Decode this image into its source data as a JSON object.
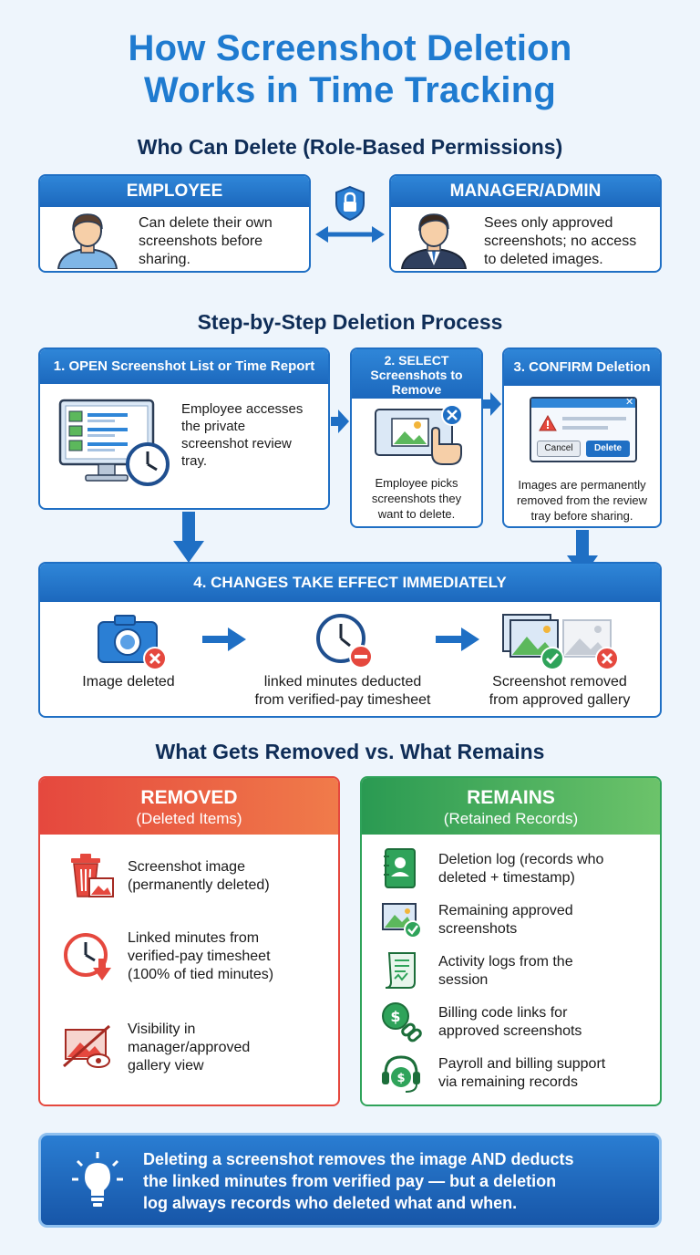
{
  "title_line1": "How Screenshot Deletion",
  "title_line2": "Works in Time Tracking",
  "roles": {
    "section_title": "Who Can Delete (Role-Based Permissions)",
    "employee": {
      "heading": "EMPLOYEE",
      "text": [
        "Can delete their own",
        "screenshots before",
        "sharing."
      ]
    },
    "manager": {
      "heading": "MANAGER/ADMIN",
      "text": [
        "Sees only approved",
        "screenshots; no access",
        "to deleted images."
      ]
    }
  },
  "process": {
    "section_title": "Step-by-Step Deletion Process",
    "step1": {
      "heading": "1. OPEN Screenshot List or Time Report",
      "text": [
        "Employee accesses",
        "the private",
        "screenshot review",
        "tray."
      ]
    },
    "step2": {
      "heading": [
        "2. SELECT",
        "Screenshots to",
        "Remove"
      ],
      "text": [
        "Employee picks",
        "screenshots they",
        "want to delete."
      ]
    },
    "step3": {
      "heading": "3. CONFIRM Deletion",
      "cancel_label": "Cancel",
      "delete_label": "Delete",
      "text": [
        "Images are permanently",
        "removed from the review",
        "tray before sharing."
      ]
    },
    "step4": {
      "heading": "4. CHANGES TAKE EFFECT IMMEDIATELY",
      "effects": [
        [
          "Image deleted"
        ],
        [
          "linked minutes deducted",
          "from verified-pay timesheet"
        ],
        [
          "Screenshot removed",
          "from approved gallery"
        ]
      ]
    }
  },
  "compare": {
    "section_title": "What Gets Removed vs. What Remains",
    "removed": {
      "heading": "REMOVED",
      "subheading": "(Deleted Items)",
      "items": [
        [
          "Screenshot image",
          "(permanently deleted)"
        ],
        [
          "Linked minutes from",
          "verified-pay timesheet",
          "(100% of tied minutes)"
        ],
        [
          "Visibility in",
          "manager/approved",
          "gallery view"
        ]
      ]
    },
    "remains": {
      "heading": "REMAINS",
      "subheading": "(Retained Records)",
      "items": [
        [
          "Deletion log (records who",
          "deleted + timestamp)"
        ],
        [
          "Remaining approved",
          "screenshots"
        ],
        [
          "Activity logs from the",
          "session"
        ],
        [
          "Billing code links for",
          "approved screenshots"
        ],
        [
          "Payroll and billing support",
          "via remaining records"
        ]
      ]
    }
  },
  "banner": {
    "text": [
      "Deleting a screenshot removes the image AND deducts",
      "the linked minutes from verified pay — but a deletion",
      "log always records who deleted what and when."
    ]
  },
  "colors": {
    "title": "#1f7bd0",
    "primary_blue": "#1f6fc4",
    "removed_red": "#e5483e",
    "remains_green": "#2fa35a"
  }
}
